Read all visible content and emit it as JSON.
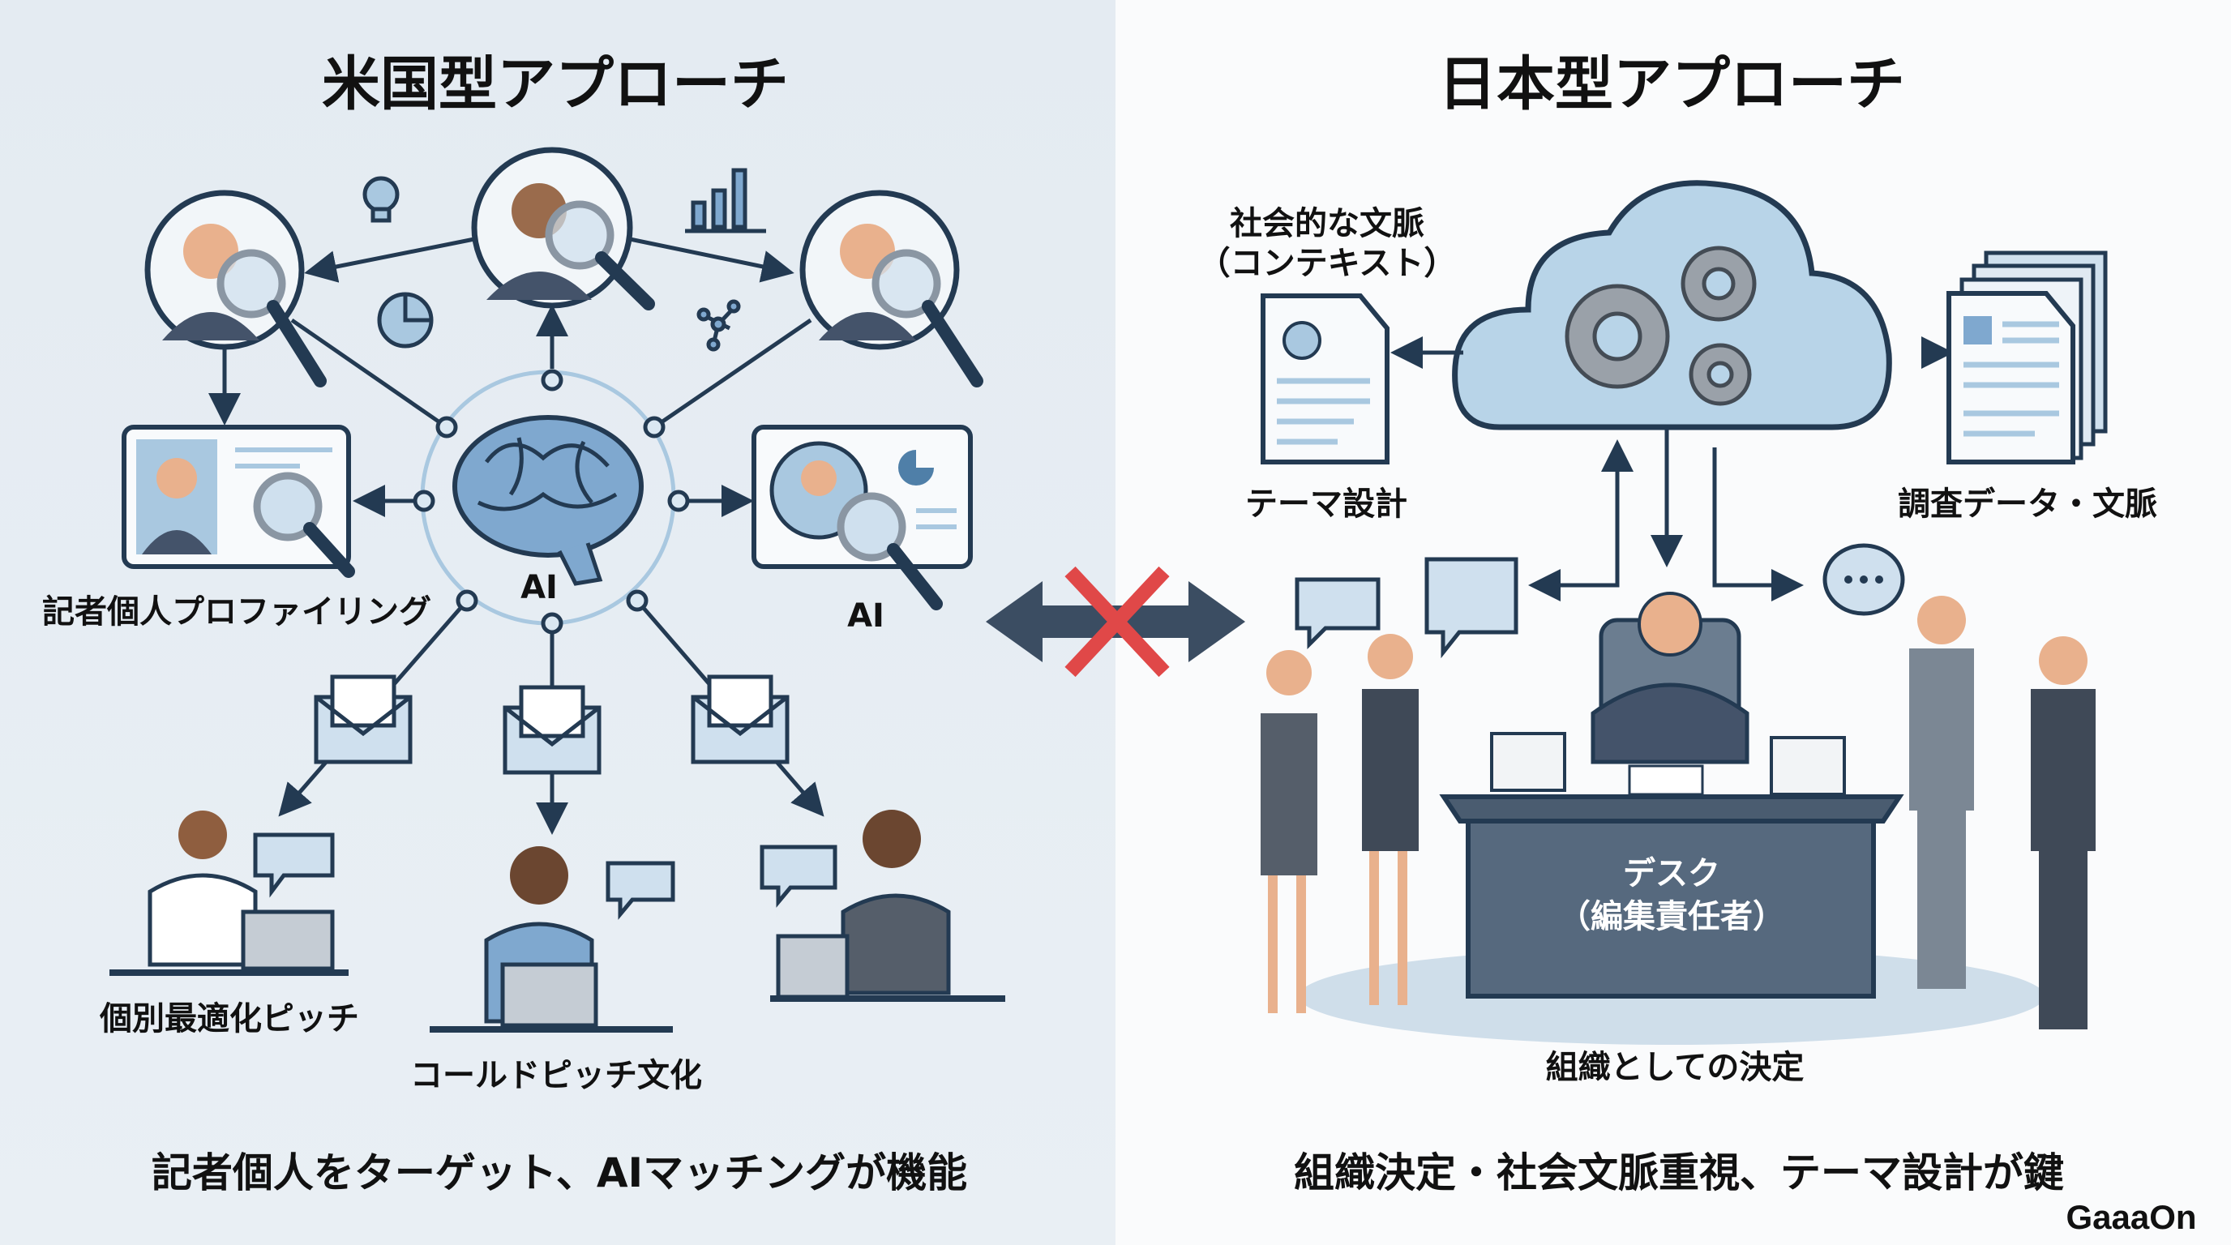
{
  "left": {
    "title": "米国型アプローチ",
    "profiling_label": "記者個人プロファイリング",
    "brain_label": "AI",
    "card_label": "AI",
    "pitch_label": "個別最適化ピッチ",
    "cold_pitch_label": "コールドピッチ文化",
    "summary": "記者個人をターゲット、AIマッチングが機能"
  },
  "right": {
    "title": "日本型アプローチ",
    "context_label_1": "社会的な文脈",
    "context_label_2": "（コンテキスト）",
    "theme_label": "テーマ設計",
    "research_label": "調査データ・文脈",
    "desk_label_1": "デスク",
    "desk_label_2": "（編集責任者）",
    "decision_label": "組織としての決定",
    "summary": "組織決定・社会文脈重視、テーマ設計が鍵"
  },
  "watermark": "GaaaOn",
  "colors": {
    "left_bg": "#e6edf3",
    "right_bg": "#fafbfc",
    "navy": "#233a52",
    "light_blue": "#a9c8e0",
    "cross_red": "#e04848"
  }
}
